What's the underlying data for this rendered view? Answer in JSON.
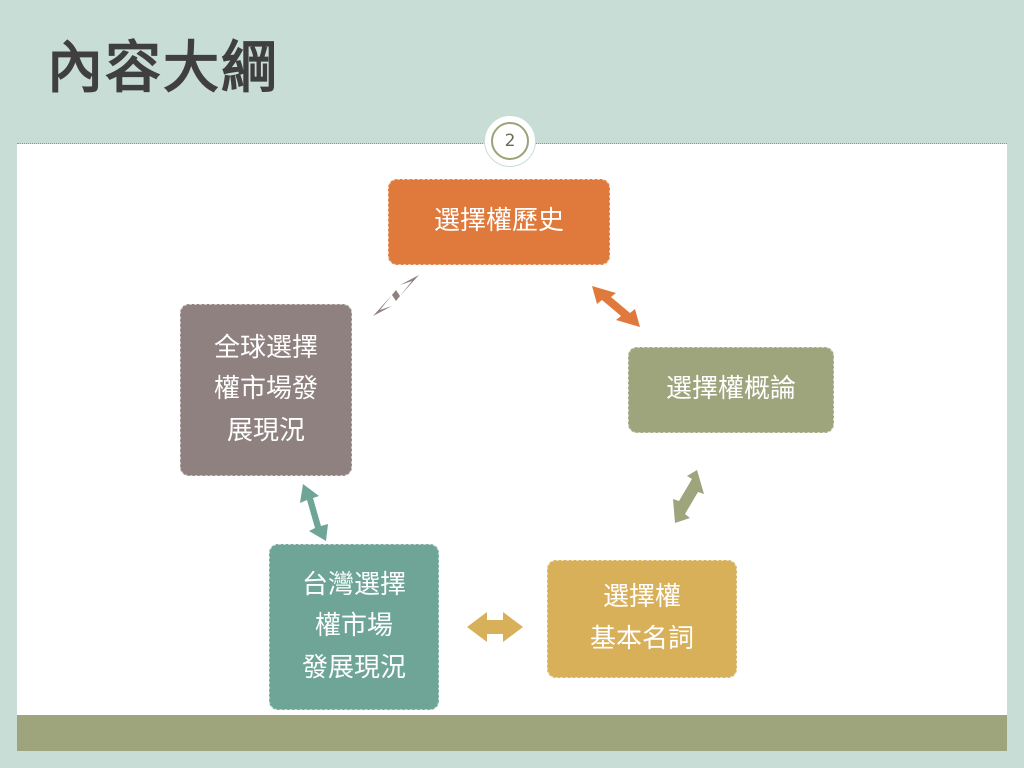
{
  "title": "內容大綱",
  "page_number": "2",
  "nodes": {
    "history": {
      "label": "選擇權歷史",
      "color": "#e07a3c"
    },
    "concept": {
      "label": "選擇權概論",
      "color": "#9ea57c"
    },
    "basics": {
      "label": "選擇權\n基本名詞",
      "color": "#d9b05a"
    },
    "taiwan": {
      "label": "台灣選擇\n權市場\n發展現況",
      "color": "#6fa597"
    },
    "global": {
      "label": "全球選擇\n權市場發\n展現況",
      "color": "#8e8180"
    }
  },
  "colors": {
    "header_bg": "#c9ddd7",
    "footer_bar": "#9ea57c",
    "arrow_grey": "#8e8180",
    "arrow_orange": "#e07a3c",
    "arrow_olive": "#9ea57c",
    "arrow_gold": "#d9b05a",
    "arrow_teal": "#6fa597"
  }
}
